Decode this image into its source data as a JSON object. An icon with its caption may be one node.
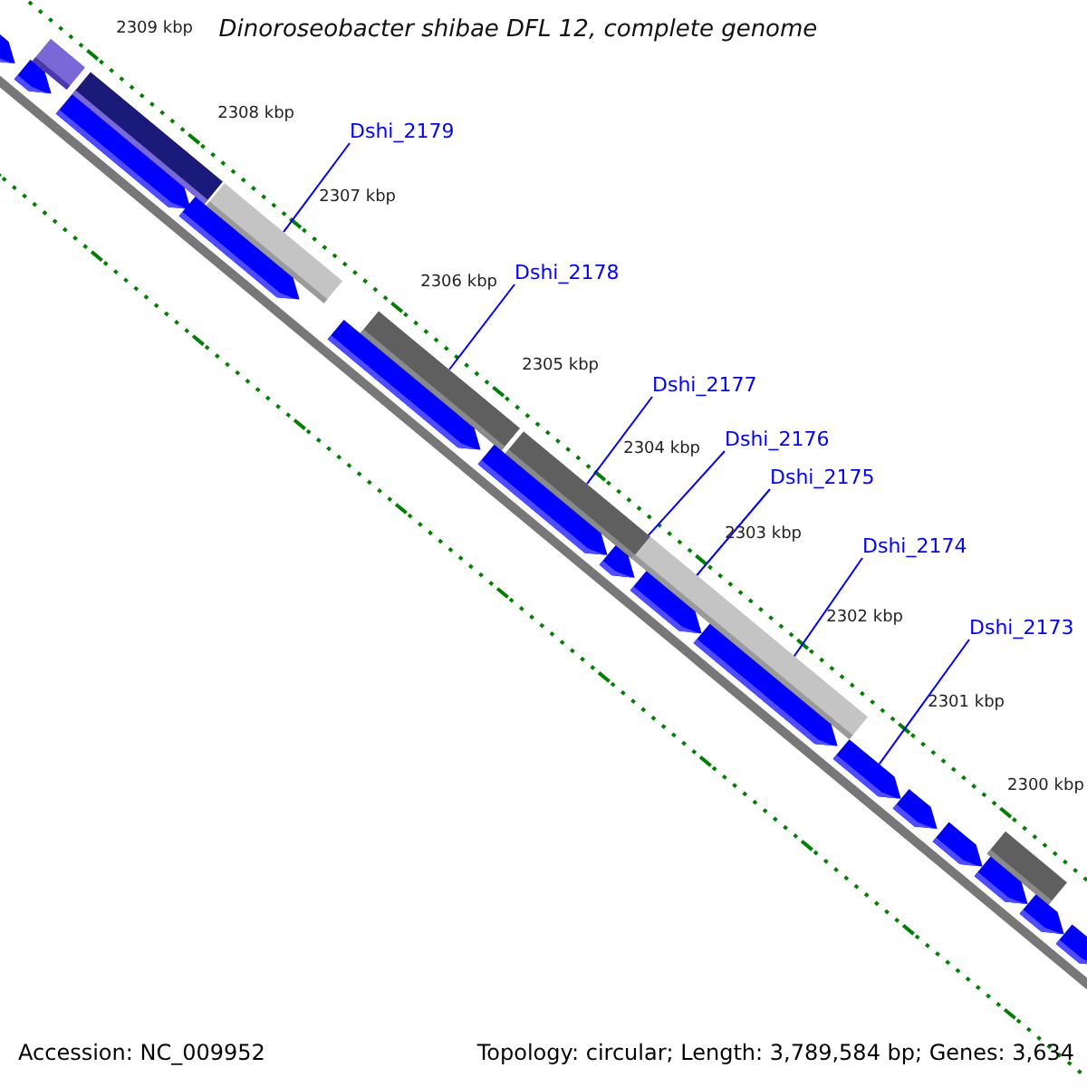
{
  "diagram": {
    "title": "Dinoroseobacter shibae DFL 12, complete genome",
    "nodes": [
      {
        "text": [
          "Dshi_2179"
        ]
      },
      {
        "text": [
          "Dshi_2178"
        ]
      },
      {
        "text": [
          "Dshi_2177"
        ]
      },
      {
        "text": [
          "Dshi_2176"
        ]
      },
      {
        "text": [
          "Dshi_2175"
        ]
      },
      {
        "text": [
          "Dshi_2174"
        ]
      },
      {
        "text": [
          "Dshi_2173"
        ]
      },
      {
        "text": [],
        "shape": "bar"
      },
      {
        "text": [],
        "shape": "bar"
      },
      {
        "text": [],
        "shape": "bar"
      },
      {
        "text": [],
        "shape": "bar"
      },
      {
        "text": [],
        "shape": "bar"
      },
      {
        "text": [],
        "shape": "bar"
      },
      {
        "text": [],
        "shape": "bar"
      },
      {
        "text": [],
        "shape": "arrow"
      },
      {
        "text": [],
        "shape": "arrow"
      },
      {
        "text": [],
        "shape": "arrow"
      },
      {
        "text": [],
        "shape": "arrow"
      },
      {
        "text": [],
        "shape": "arrow"
      },
      {
        "text": [],
        "shape": "arrow"
      },
      {
        "text": [],
        "shape": "arrow"
      },
      {
        "text": [],
        "shape": "arrow"
      },
      {
        "text": [],
        "shape": "arrow"
      },
      {
        "text": [],
        "shape": "arrow"
      },
      {
        "text": [],
        "shape": "arrow"
      },
      {
        "text": [],
        "shape": "arrow"
      },
      {
        "text": [],
        "shape": "arrow"
      },
      {
        "text": [],
        "shape": "arrow"
      },
      {
        "text": [],
        "shape": "arrow"
      }
    ],
    "edges": [
      {
        "from": 0,
        "to": 9,
        "arrow": "none"
      },
      {
        "from": 1,
        "to": 10,
        "arrow": "none"
      },
      {
        "from": 2,
        "to": 11,
        "arrow": "none"
      },
      {
        "from": 3,
        "to": 20,
        "arrow": "none"
      },
      {
        "from": 4,
        "to": 21,
        "arrow": "none"
      },
      {
        "from": 5,
        "to": 22,
        "arrow": "none"
      },
      {
        "from": 6,
        "to": 23,
        "arrow": "none"
      }
    ],
    "labels": [
      "2309 kbp",
      "2308 kbp",
      "2307 kbp",
      "2306 kbp",
      "2305 kbp",
      "2304 kbp",
      "2303 kbp",
      "2302 kbp",
      "2301 kbp",
      "2300 kbp",
      "Accession: NC_009952",
      "Topology: circular; Length: 3,789,584 bp; Genes: 3,634"
    ]
  }
}
